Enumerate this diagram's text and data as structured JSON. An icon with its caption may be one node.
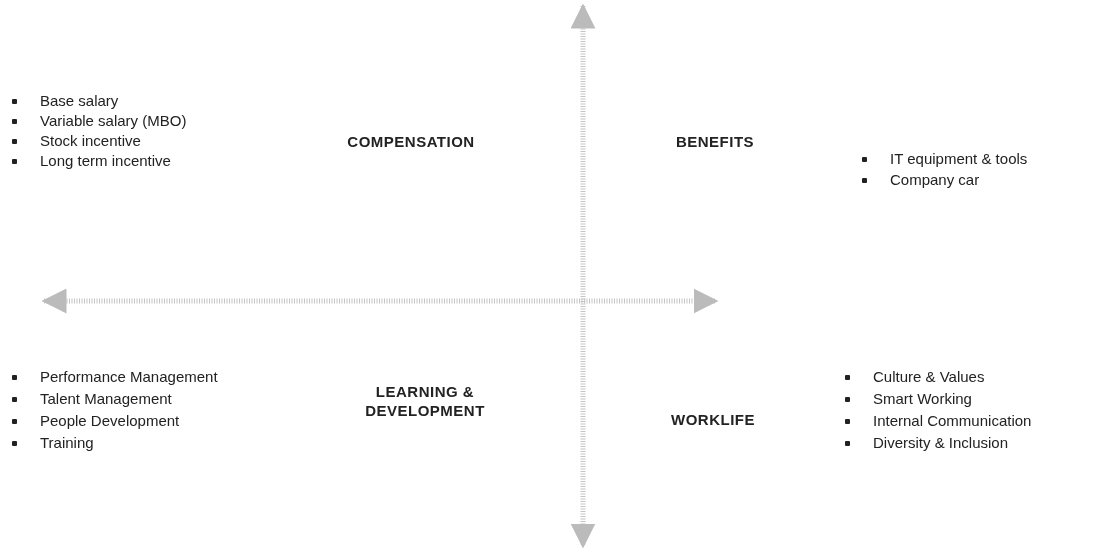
{
  "diagram": {
    "labels": [
      "Base salary",
      "Variable salary (MBO)",
      "Stock incentive",
      "Long term incentive",
      "COMPENSATION",
      "BENEFITS",
      "IT equipment & tools",
      "Company car",
      "Performance Management",
      "Talent Management",
      "People Development",
      "Training",
      "LEARNING & DEVELOPMENT",
      "WORKLIFE",
      "Culture & Values",
      "Smart Working",
      "Internal Communication",
      "Diversity & Inclusion"
    ]
  }
}
